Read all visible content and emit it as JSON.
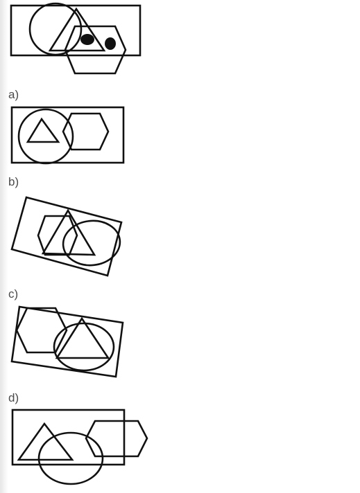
{
  "options": [
    {
      "label": "a)"
    },
    {
      "label": "b)"
    },
    {
      "label": "c)"
    },
    {
      "label": "d)"
    }
  ]
}
